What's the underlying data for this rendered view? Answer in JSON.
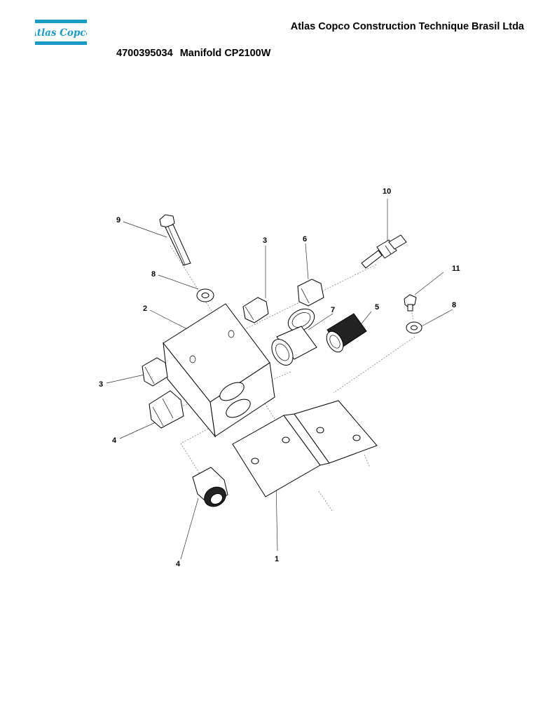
{
  "header": {
    "logo_text": "Atlas Copco",
    "company": "Atlas Copco Construction Technique Brasil Ltda",
    "part_number": "4700395034",
    "part_name": "Manifold CP2100W"
  },
  "colors": {
    "brand": "#1a9bc7"
  },
  "callouts": [
    "10",
    "9",
    "3",
    "6",
    "11",
    "8",
    "2",
    "7",
    "5",
    "8",
    "3",
    "4",
    "4",
    "1"
  ]
}
